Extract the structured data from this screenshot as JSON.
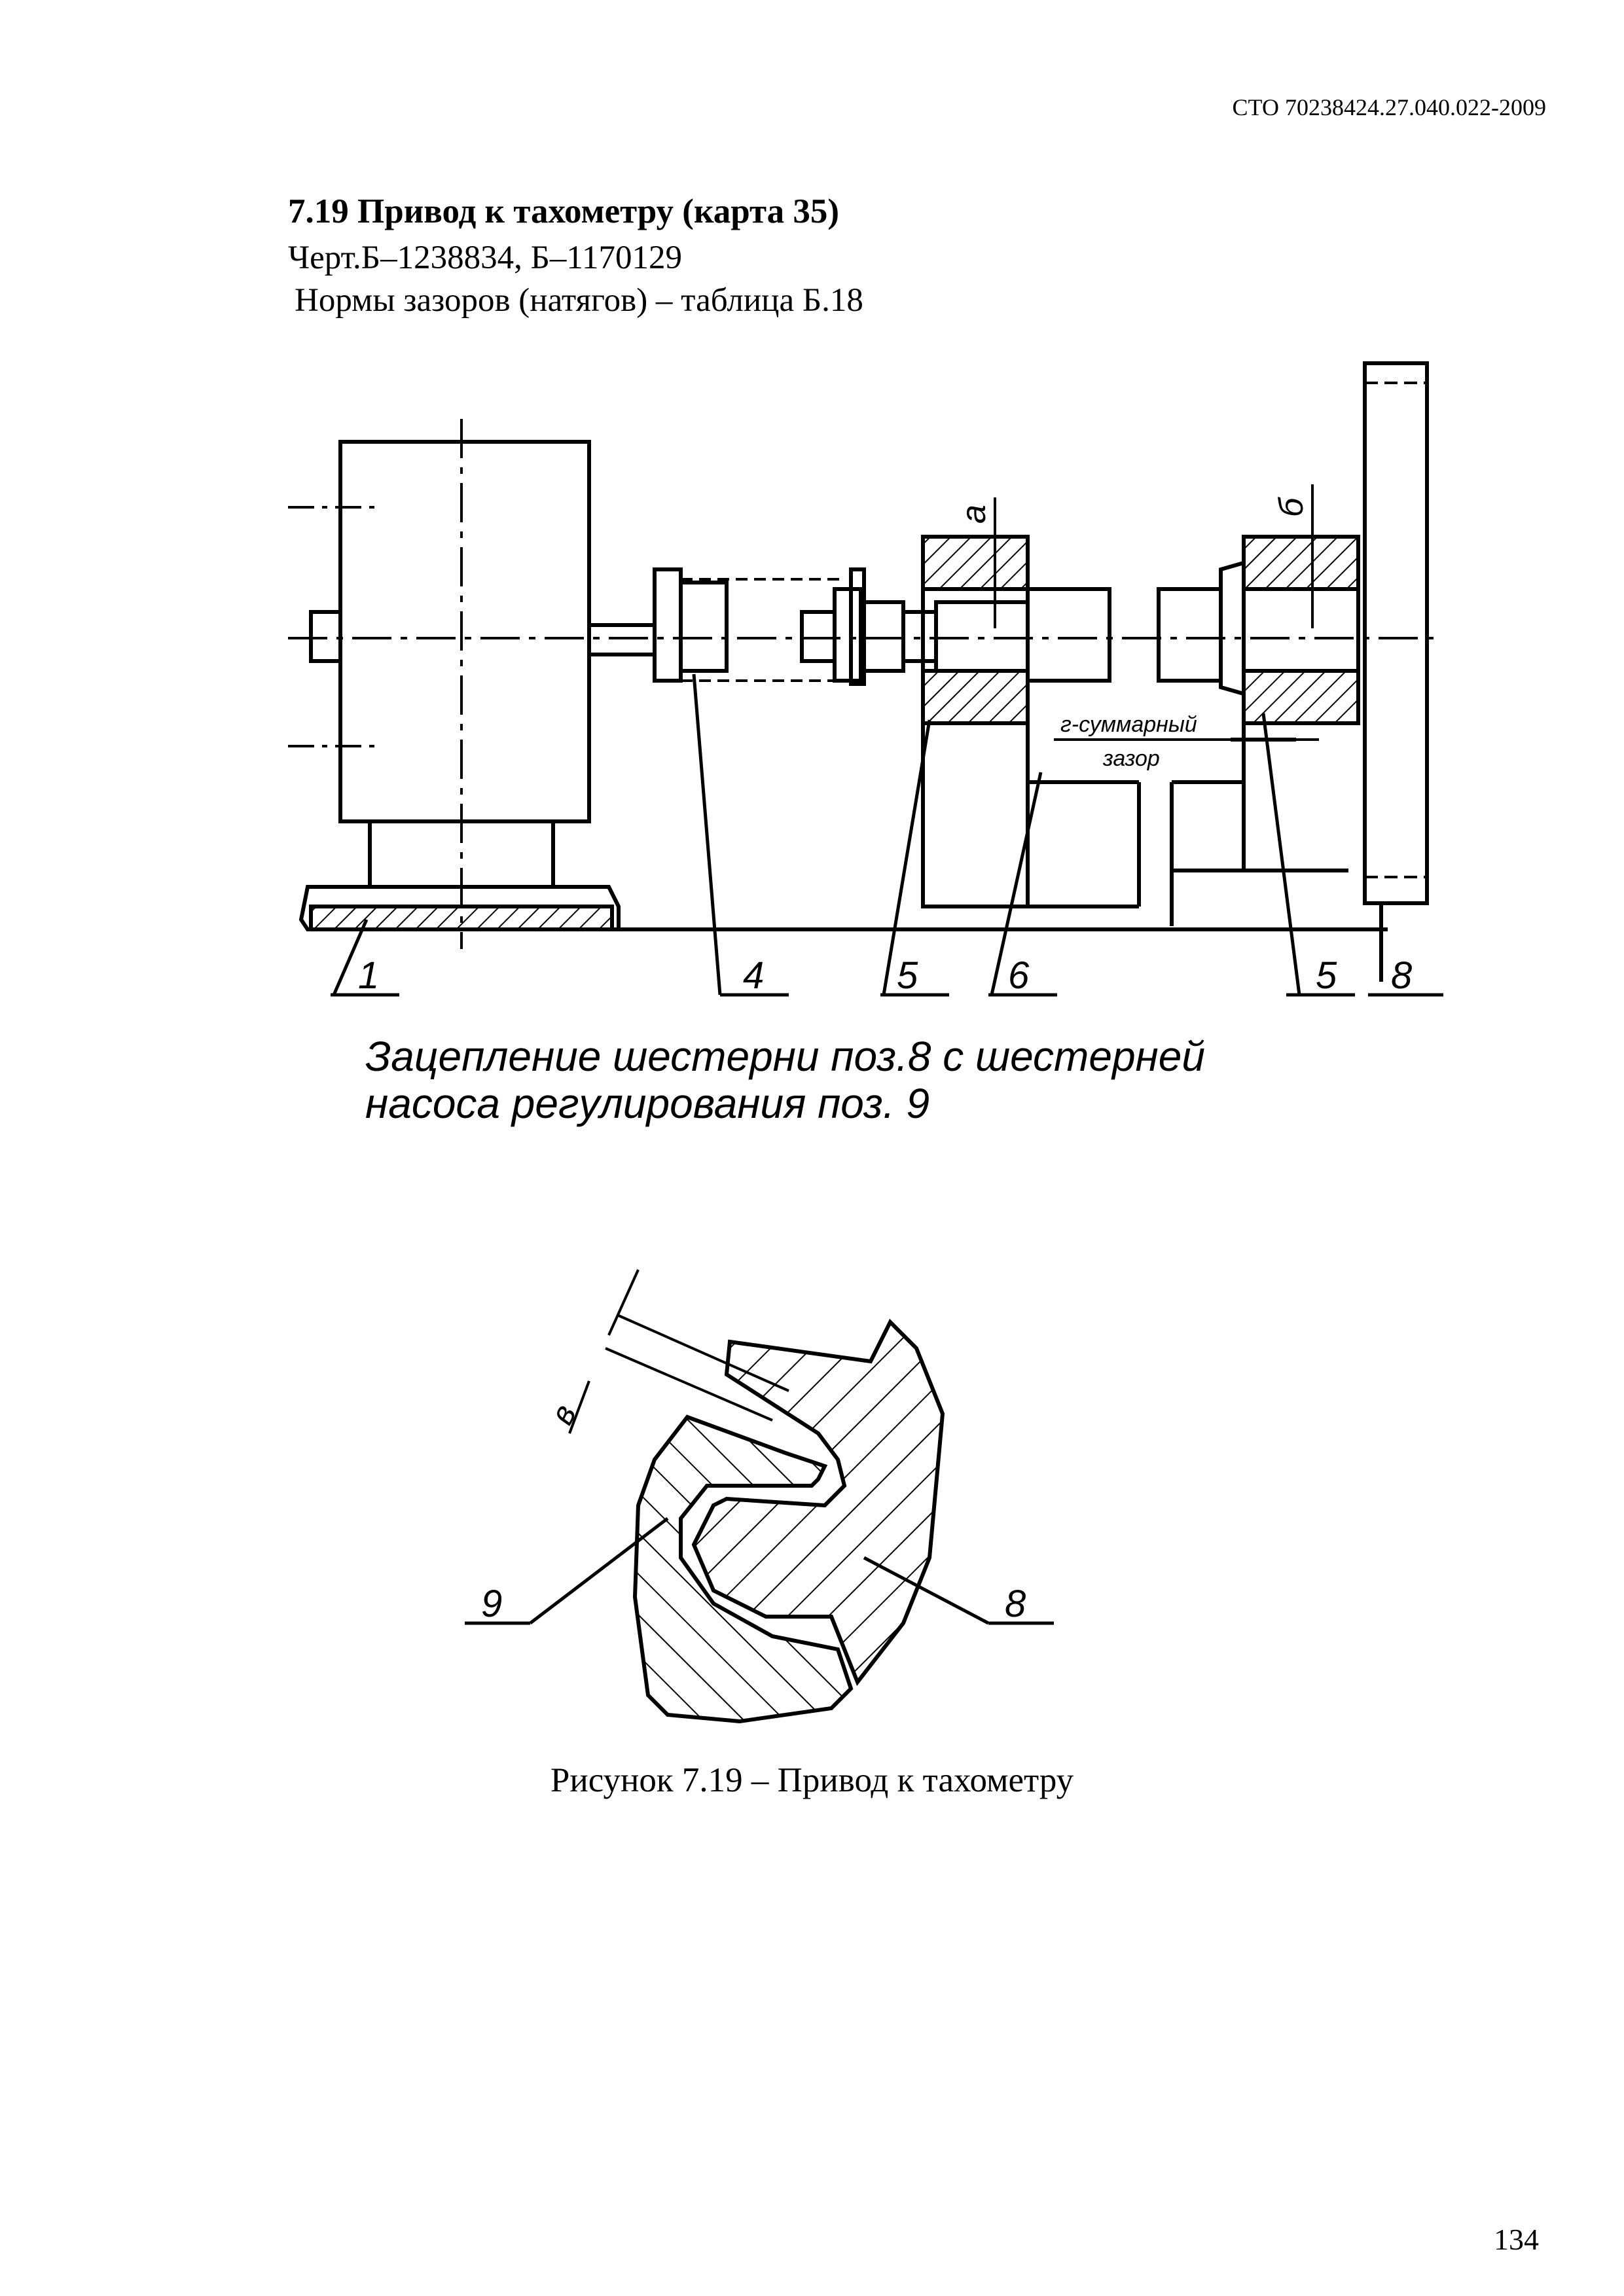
{
  "header": {
    "doc_code": "СТО 70238424.27.040.022-2009"
  },
  "section": {
    "title": "7.19 Привод к тахометру (карта 35)",
    "drawing_ref": "Черт.Б–1238834, Б–1170129",
    "norms": "Нормы зазоров (натягов) –  таблица Б.18"
  },
  "figure": {
    "labels": {
      "pos1": "1",
      "pos4": "4",
      "pos5a": "5",
      "pos6": "6",
      "pos5b": "5",
      "pos8": "8",
      "gap_a": "а",
      "gap_b": "б",
      "gap_v": "в",
      "total_gap_line1": "г-суммарный",
      "total_gap_line2": "зазор",
      "pos9_detail": "9",
      "pos8_detail": "8"
    },
    "engagement_line1": "Зацепление шестерни поз.8 с шестерней",
    "engagement_line2": "насоса регулирования поз. 9",
    "caption": "Рисунок 7.19 – Привод к тахометру"
  },
  "footer": {
    "page_number": "134"
  }
}
